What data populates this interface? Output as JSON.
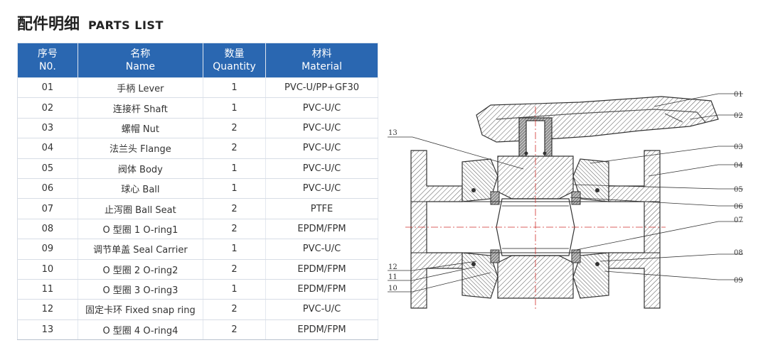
{
  "heading": {
    "cn": "配件明细",
    "en": "PARTS LIST"
  },
  "table": {
    "headers": [
      {
        "cn": "序号",
        "en": "N0."
      },
      {
        "cn": "名称",
        "en": "Name"
      },
      {
        "cn": "数量",
        "en": "Quantity"
      },
      {
        "cn": "材料",
        "en": "Material"
      }
    ],
    "rows": [
      {
        "no": "01",
        "name": "手柄 Lever",
        "qty": "1",
        "material": "PVC-U/PP+GF30"
      },
      {
        "no": "02",
        "name": "连接杆 Shaft",
        "qty": "1",
        "material": "PVC-U/C"
      },
      {
        "no": "03",
        "name": "螺帽 Nut",
        "qty": "2",
        "material": "PVC-U/C"
      },
      {
        "no": "04",
        "name": "法兰头 Flange",
        "qty": "2",
        "material": "PVC-U/C"
      },
      {
        "no": "05",
        "name": "阀体 Body",
        "qty": "1",
        "material": "PVC-U/C"
      },
      {
        "no": "06",
        "name": "球心 Ball",
        "qty": "1",
        "material": "PVC-U/C"
      },
      {
        "no": "07",
        "name": "止泻圈 Ball Seat",
        "qty": "2",
        "material": "PTFE"
      },
      {
        "no": "08",
        "name": "O 型圈 1 O-ring1",
        "qty": "2",
        "material": "EPDM/FPM"
      },
      {
        "no": "09",
        "name": "调节单盖 Seal Carrier",
        "qty": "1",
        "material": "PVC-U/C"
      },
      {
        "no": "10",
        "name": "O 型圈 2 O-ring2",
        "qty": "2",
        "material": "EPDM/FPM"
      },
      {
        "no": "11",
        "name": "O 型圈 3 O-ring3",
        "qty": "1",
        "material": "EPDM/FPM"
      },
      {
        "no": "12",
        "name": "固定卡环 Fixed snap ring",
        "qty": "2",
        "material": "PVC-U/C"
      },
      {
        "no": "13",
        "name": "O 型圈 4 O-ring4",
        "qty": "2",
        "material": "EPDM/FPM"
      }
    ]
  },
  "drawing": {
    "labels_right": [
      "01",
      "02",
      "03",
      "04",
      "05",
      "06",
      "07",
      "08",
      "09"
    ],
    "labels_left": [
      "13",
      "12",
      "11",
      "10"
    ],
    "colors": {
      "header_bg": "#2a67b1",
      "line": "#333333",
      "centerline": "#d0312d"
    }
  }
}
